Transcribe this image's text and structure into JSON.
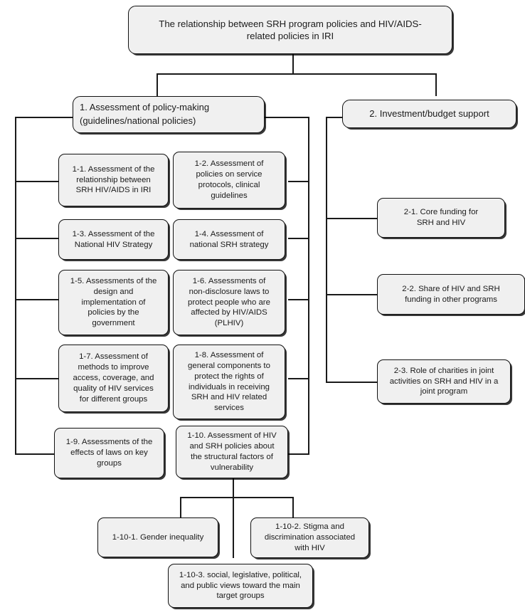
{
  "diagram": {
    "title": "The relationship between SRH program policies and HIV/AIDS-related policies in IRI",
    "type": "hierarchical-flowchart",
    "background_color": "#ffffff",
    "node_fill_color": "#f0f0f0",
    "node_border_color": "#111111",
    "connector_color": "#1a1a1a"
  },
  "root": {
    "label": "The relationship between SRH program policies and HIV/AIDS-\nrelated policies in IRI"
  },
  "branches": [
    {
      "id": "1",
      "label": "1.   Assessment   of   policy-making\n(guidelines/national policies)",
      "children": [
        {
          "id": "1-1",
          "label": "1-1. Assessment of the\nrelationship between\nSRH HIV/AIDS in IRI"
        },
        {
          "id": "1-2",
          "label": "1-2. Assessment of\npolicies on service\nprotocols, clinical\nguidelines"
        },
        {
          "id": "1-3",
          "label": "1-3. Assessment of the\nNational HIV Strategy"
        },
        {
          "id": "1-4",
          "label": "1-4. Assessment of\nnational SRH strategy"
        },
        {
          "id": "1-5",
          "label": "1-5. Assessments of the\ndesign and\nimplementation of\npolicies by the\ngovernment"
        },
        {
          "id": "1-6",
          "label": "1-6. Assessments of\nnon-disclosure laws to\nprotect people who are\naffected by HIV/AIDS\n(PLHIV)"
        },
        {
          "id": "1-7",
          "label": "1-7. Assessment of\nmethods to improve\naccess, coverage, and\nquality of HIV services\nfor different groups"
        },
        {
          "id": "1-8",
          "label": "1-8. Assessment of\ngeneral components to\nprotect the rights of\nindividuals in receiving\nSRH and HIV related\nservices"
        },
        {
          "id": "1-9",
          "label": "1-9. Assessments of the\neffects of laws on key\ngroups"
        },
        {
          "id": "1-10",
          "label": "1-10. Assessment of HIV\nand SRH policies about\nthe structural factors of\nvulnerability",
          "children": [
            {
              "id": "1-10-1",
              "label": "1-10-1. Gender inequality"
            },
            {
              "id": "1-10-2",
              "label": "1-10-2. Stigma and\ndiscrimination associated\nwith HIV"
            },
            {
              "id": "1-10-3",
              "label": "1-10-3. social, legislative, political,\nand public views toward the main\ntarget groups"
            }
          ]
        }
      ]
    },
    {
      "id": "2",
      "label": "2. Investment/budget support",
      "children": [
        {
          "id": "2-1",
          "label": "2-1. Core funding for\nSRH and HIV"
        },
        {
          "id": "2-2",
          "label": "2-2. Share of HIV and SRH\nfunding in other programs"
        },
        {
          "id": "2-3",
          "label": "2-3. Role of charities in joint\nactivities on SRH and HIV in a\njoint program"
        }
      ]
    }
  ]
}
